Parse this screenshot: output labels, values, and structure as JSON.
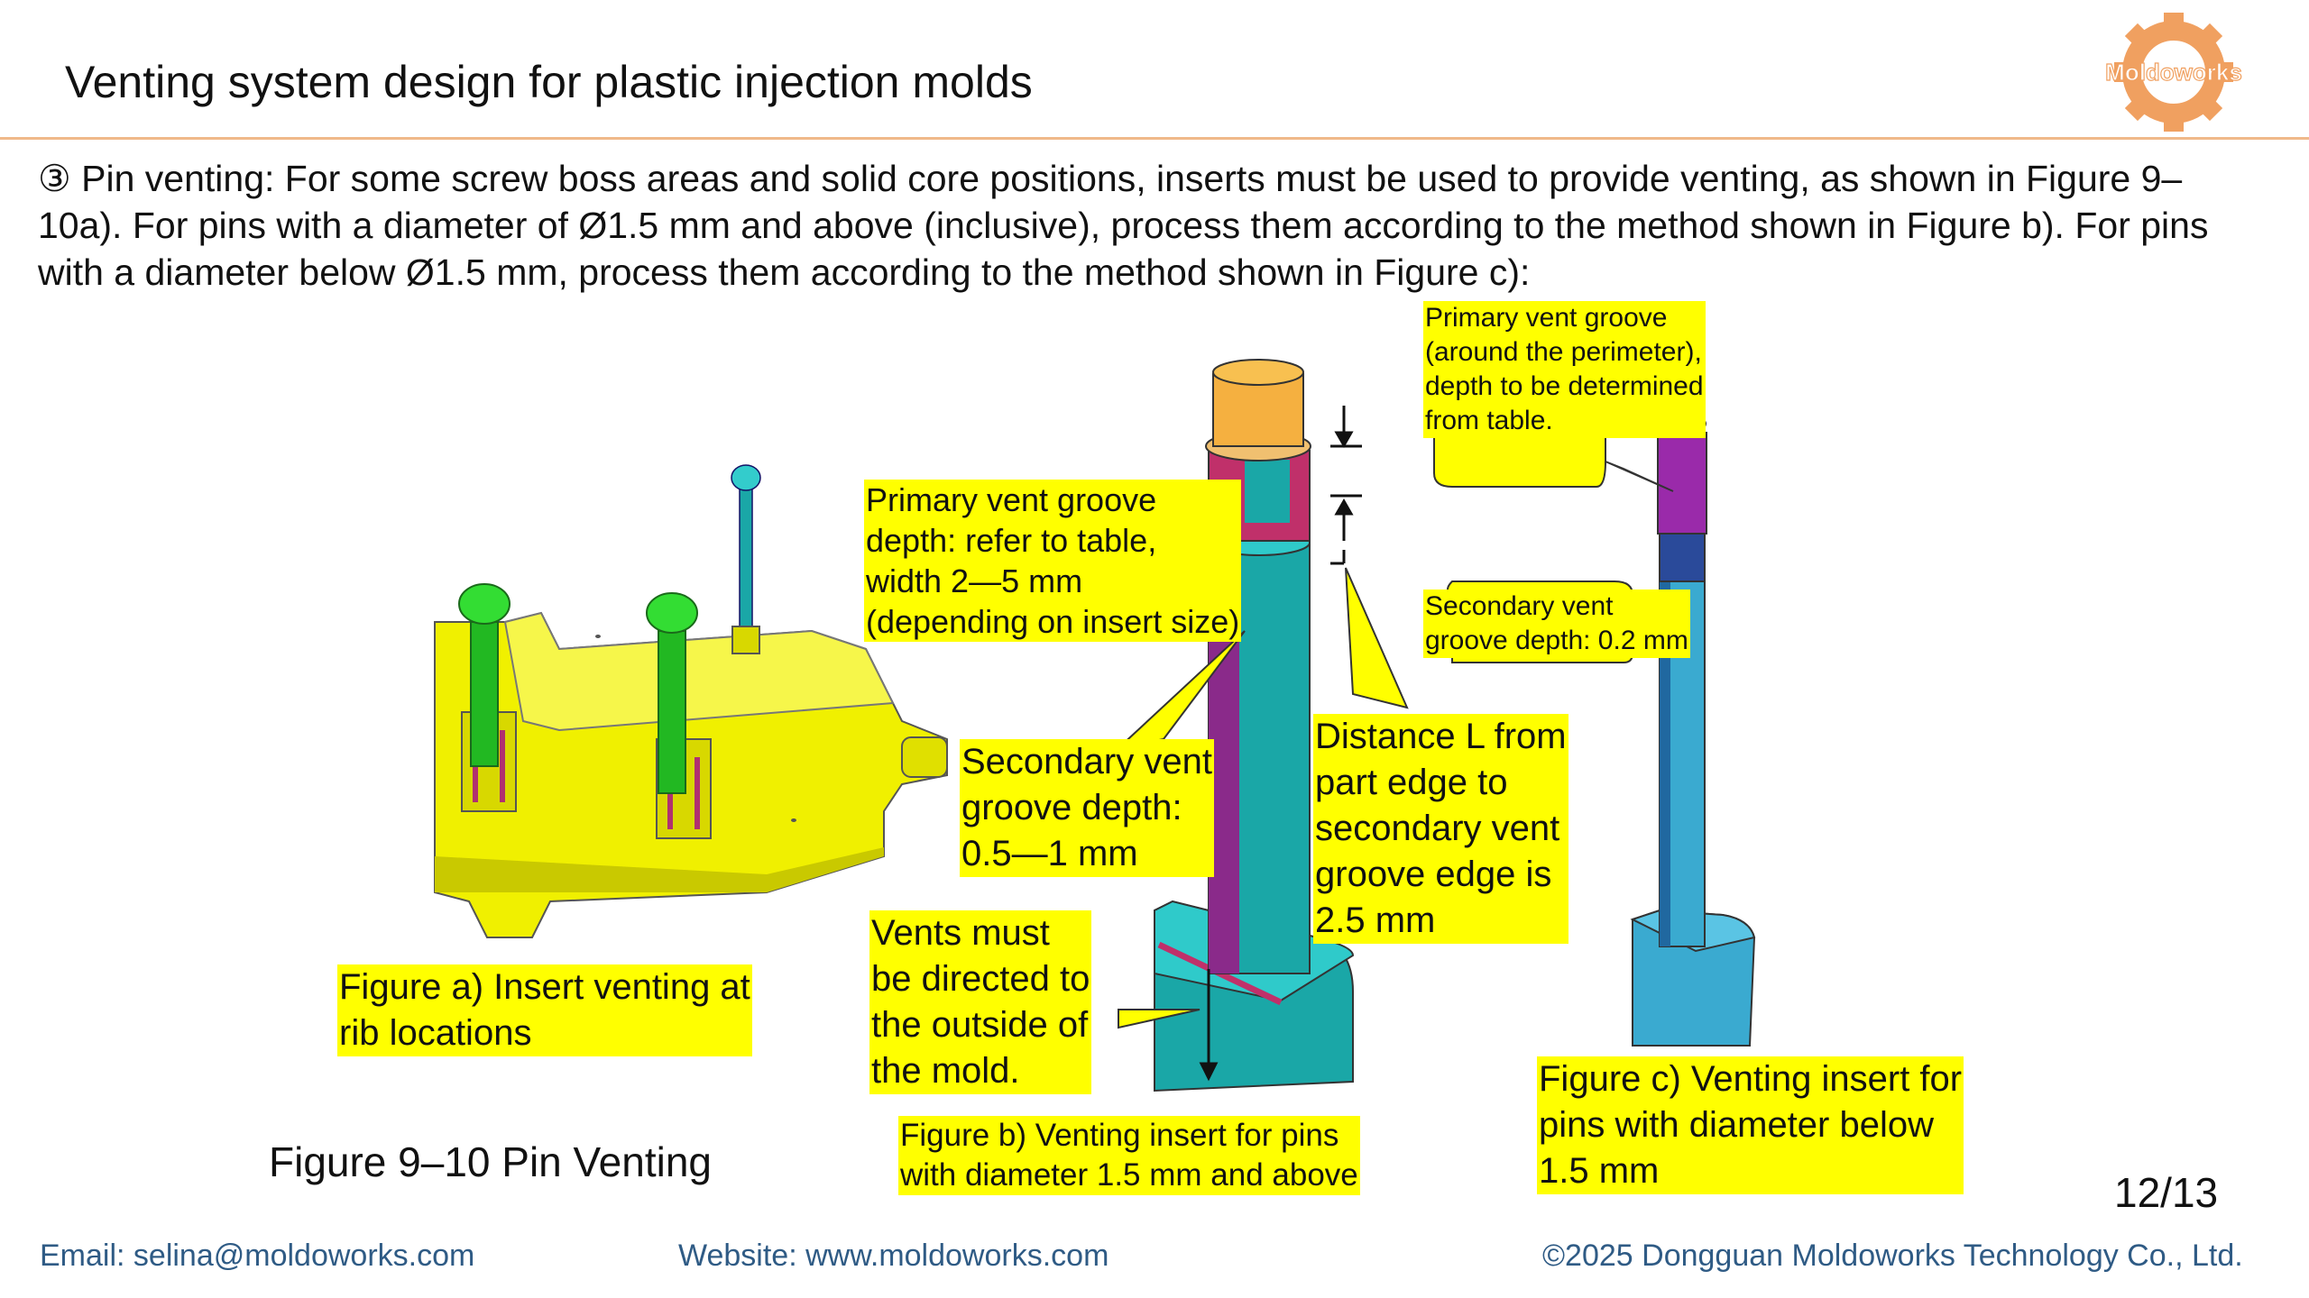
{
  "header": {
    "title": "Venting system design for plastic injection molds",
    "logo_text": "Moldoworks"
  },
  "intro": {
    "text": "③ Pin venting: For some screw boss areas and solid core positions, inserts must be used to provide venting, as shown in Figure 9–10a). For pins with a diameter of Ø1.5 mm and above (inclusive), process them according to the method shown in Figure b). For pins with a diameter below Ø1.5 mm, process them according to the method shown in Figure c):"
  },
  "labels": {
    "figure_a": "Figure a) Insert venting at\nrib locations",
    "primary_groove_b": "Primary vent groove\ndepth: refer to table,\nwidth 2—5 mm\n(depending on insert size)",
    "secondary_groove_b": "Secondary vent\ngroove depth:\n0.5—1 mm",
    "vents_directed": "Vents must\nbe directed to\nthe outside of\nthe mold.",
    "distance_l": "Distance L from\npart edge to\nsecondary vent\ngroove edge is\n2.5 mm",
    "figure_b": "Figure b) Venting insert for pins\nwith diameter 1.5 mm and above",
    "primary_groove_c": "Primary vent groove\n(around the perimeter),\ndepth to be determined\nfrom table.",
    "secondary_groove_c": "Secondary vent\ngroove depth: 0.2 mm",
    "figure_c": "Figure c) Venting insert for\npins with diameter below\n1.5 mm"
  },
  "figure_caption": "Figure 9–10 Pin Venting",
  "page_number": "12/13",
  "footer": {
    "email": "Email: selina@moldoworks.com",
    "website": "Website: www.moldoworks.com",
    "copyright": "©2025 Dongguan Moldoworks Technology Co., Ltd."
  },
  "colors": {
    "accent": "#f0a060",
    "highlight": "#ffff00",
    "part_yellow": "#f0f000",
    "pin_green": "#22cc22",
    "insert_teal": "#1aa7a7",
    "groove_purple": "#8a2a8a",
    "footer_text": "#2f5b85"
  }
}
